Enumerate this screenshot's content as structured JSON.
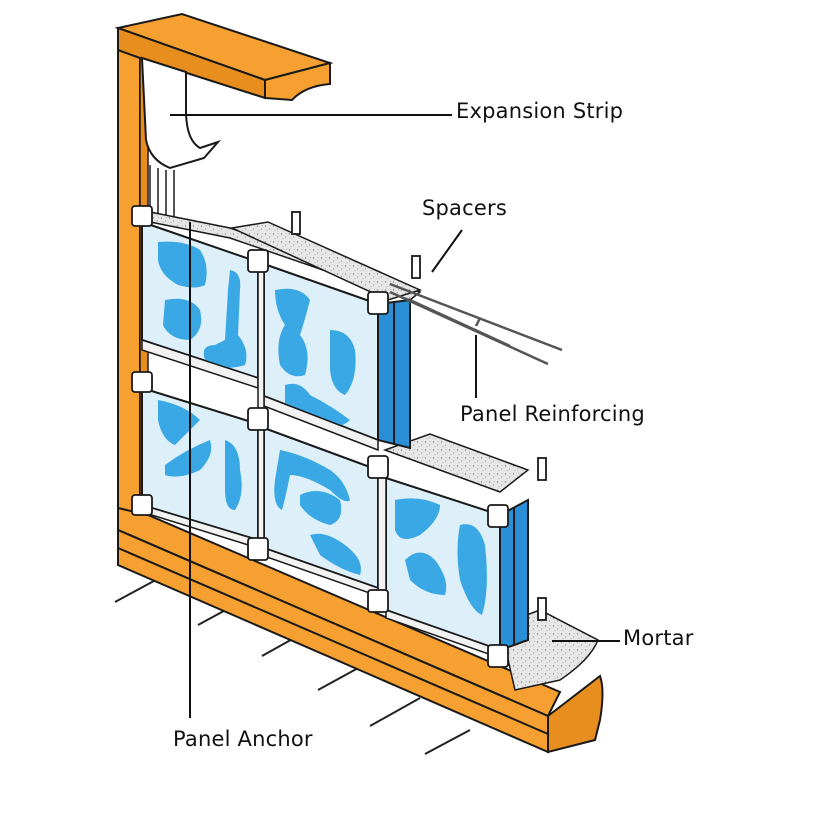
{
  "diagram": {
    "labels": {
      "expansion_strip": "Expansion Strip",
      "spacers": "Spacers",
      "panel_reinforcing": "Panel Reinforcing",
      "mortar": "Mortar",
      "panel_anchor": "Panel Anchor"
    },
    "colors": {
      "frame": "#F5A030",
      "frame_shade": "#E88E1E",
      "outline": "#1a1a1a",
      "glass": "#DDF0FA",
      "glass_pattern": "#3AA8E4",
      "block_side": "#2B8FD6",
      "mortar": "#E4E4E4",
      "spacer": "#FFFFFF",
      "leader": "#111111"
    }
  }
}
